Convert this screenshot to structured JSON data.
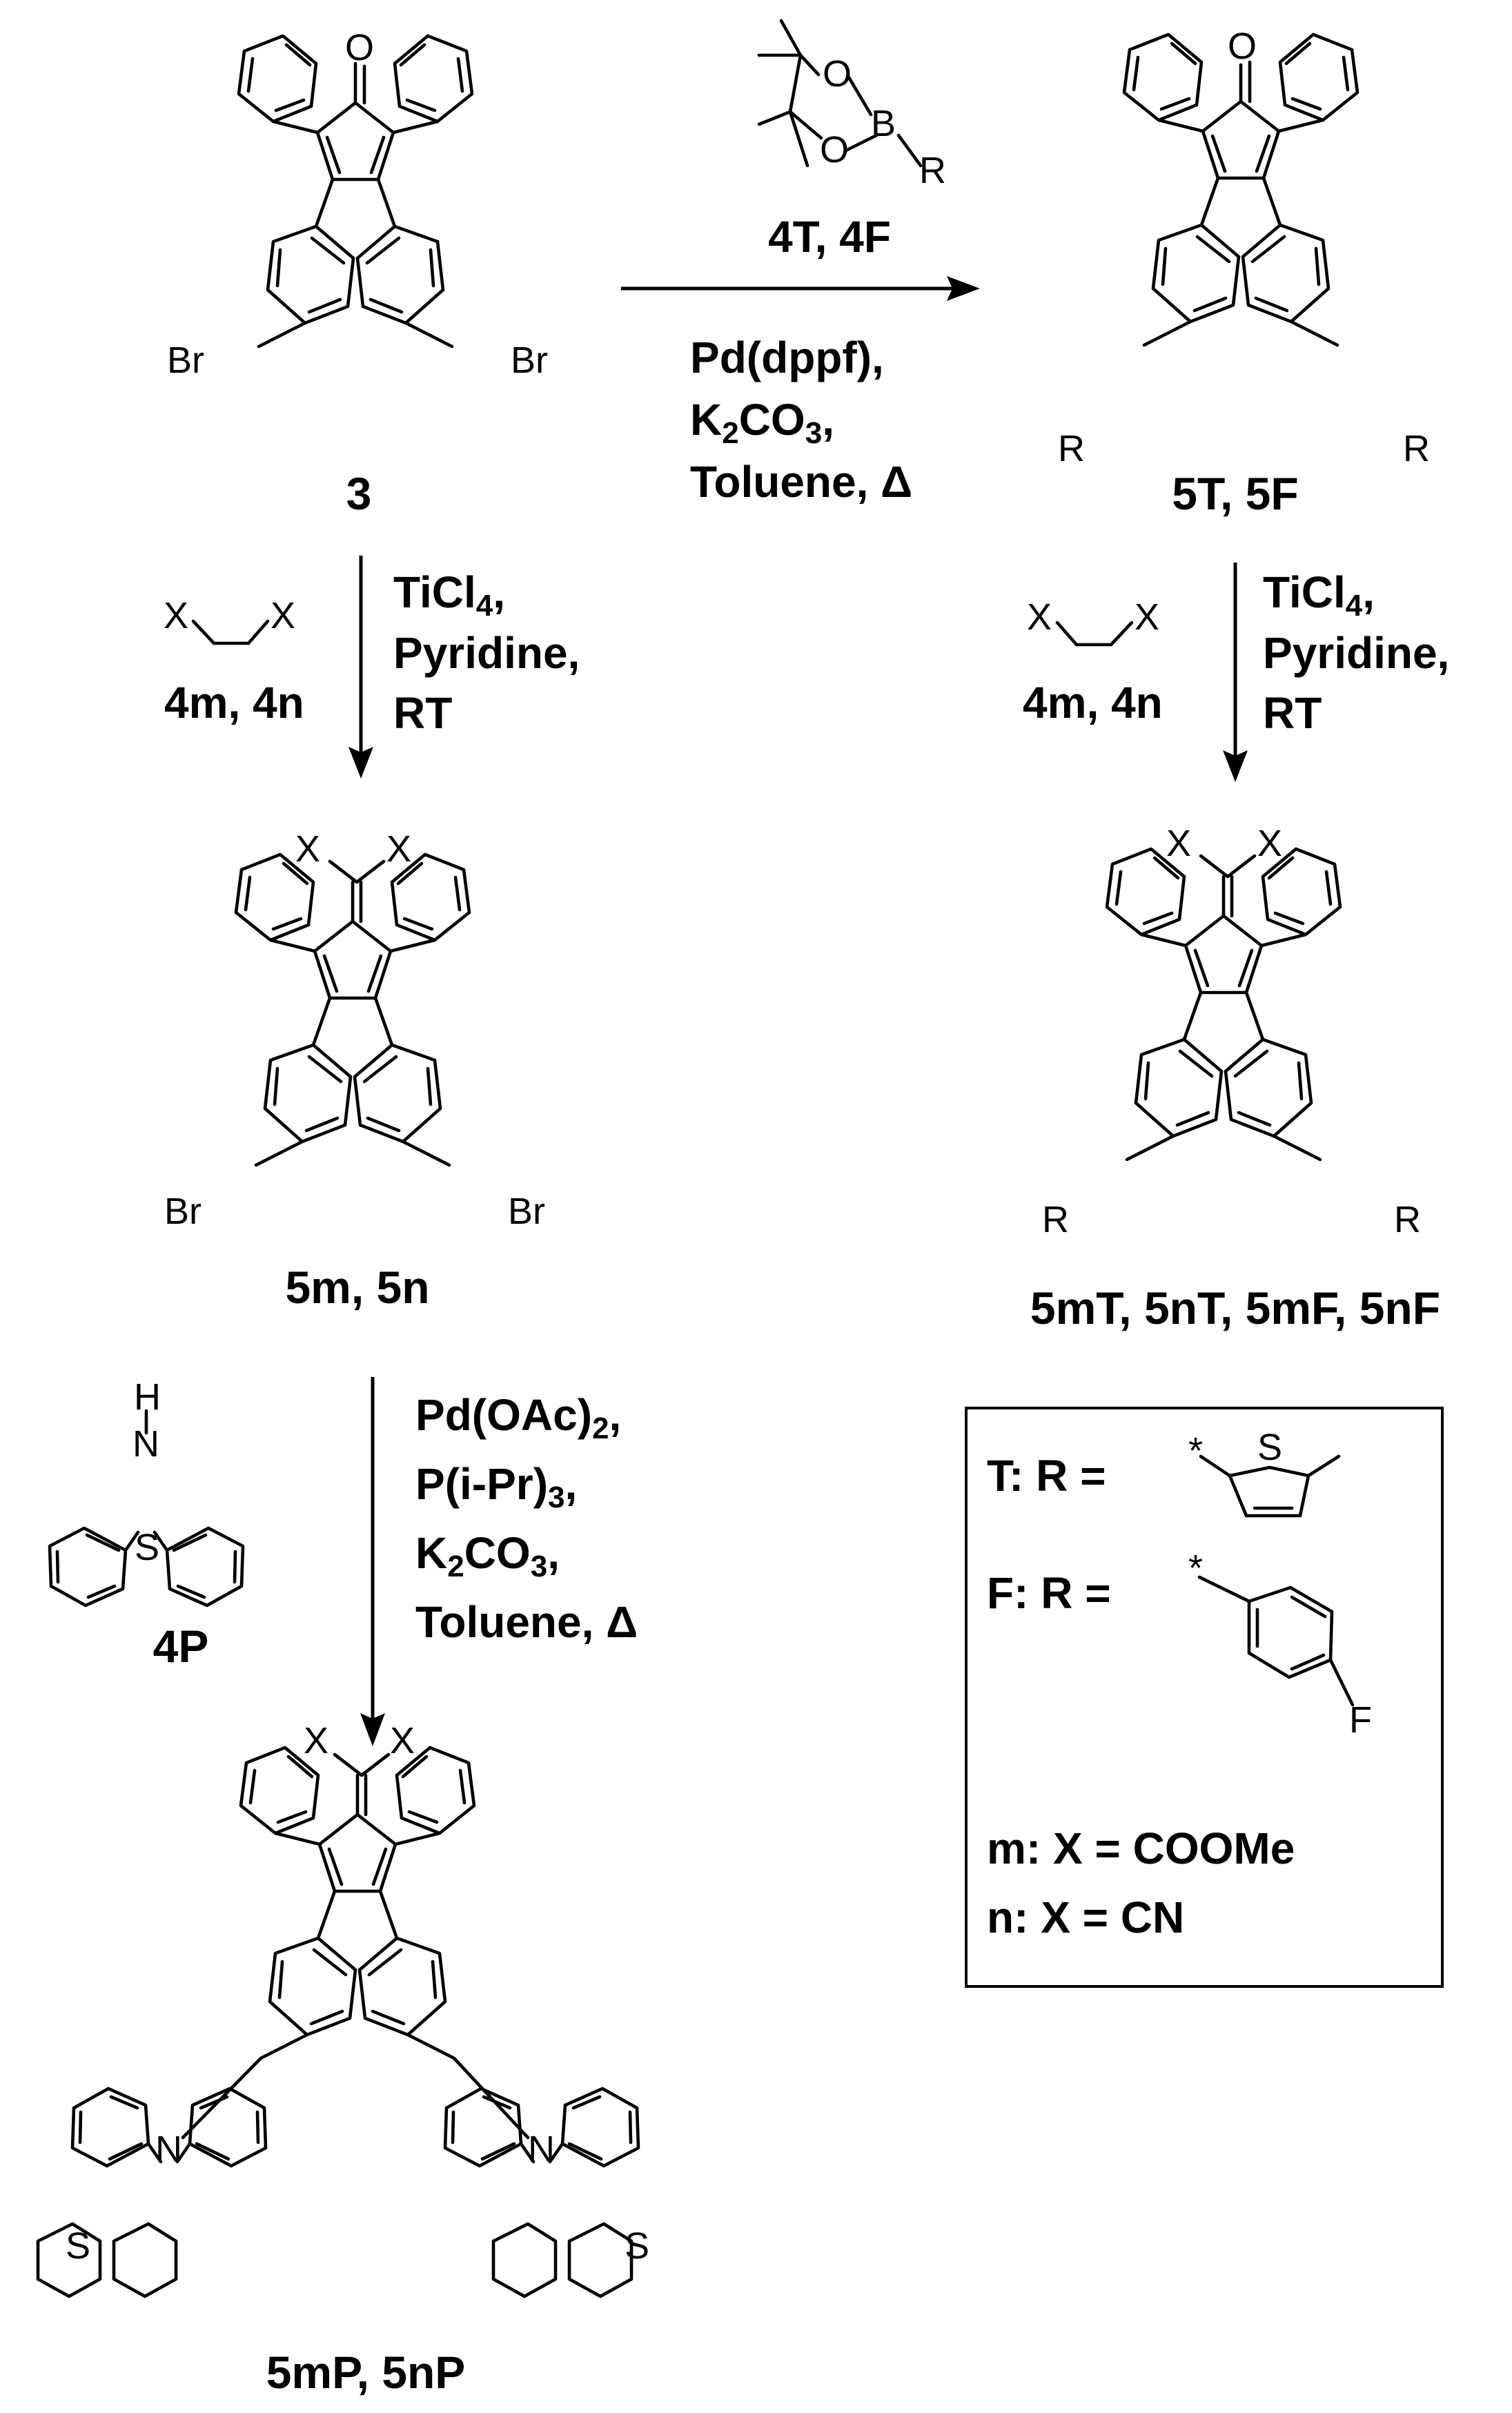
{
  "atoms": {
    "O": "O",
    "Br": "Br",
    "R": "R",
    "X": "X",
    "S": "S",
    "N": "N",
    "H": "H",
    "B": "B",
    "F": "F",
    "star": "*"
  },
  "compounds": {
    "c3": "3",
    "c5T5F": "5T, 5F",
    "c5m5n": "5m, 5n",
    "c5mT": "5mT, 5nT, 5mF, 5nF",
    "c5mP": "5mP, 5nP",
    "c4T4F": "4T, 4F",
    "c4m4n": "4m, 4n",
    "c4P": "4P"
  },
  "conditions": {
    "suzuki": {
      "line1": "Pd(dppf),",
      "line2_a": "K",
      "line2_sub1": "2",
      "line2_b": "CO",
      "line2_sub2": "3",
      "line2_c": ",",
      "line3": "Toluene, Δ"
    },
    "knoev": {
      "line1_a": "TiCl",
      "line1_sub": "4",
      "line1_b": ",",
      "line2": "Pyridine,",
      "line3": "RT"
    },
    "buchwald": {
      "line1_a": "Pd(OAc)",
      "line1_sub": "2",
      "line1_b": ",",
      "line2_a": "P(i-Pr)",
      "line2_sub": "3",
      "line2_b": ",",
      "line3_a": "K",
      "line3_sub1": "2",
      "line3_b": "CO",
      "line3_sub2": "3",
      "line3_c": ",",
      "line4": "Toluene, Δ"
    }
  },
  "legend": {
    "t_label": "T: R =",
    "f_label": "F: R =",
    "m_label": "m: X = COOMe",
    "n_label": "n: X = CN"
  }
}
